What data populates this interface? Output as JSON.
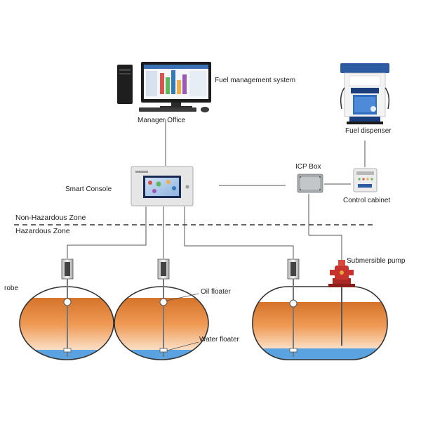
{
  "labels": {
    "fuel_management_system": "Fuel  management system",
    "manager_office": "Manager Office",
    "fuel_dispenser": "Fuel dispenser",
    "icp_box": "ICP Box",
    "smart_console": "Smart Console",
    "control_cabinet": "Control cabinet",
    "non_hazardous_zone": "Non-Hazardous Zone",
    "hazardous_zone": "Hazardous Zone",
    "submersible_pump": "Submersible pump",
    "probe": "robe",
    "oil_floater": "Oil floater",
    "water_floater": "Water floater"
  },
  "colors": {
    "oil": "#e98a3f",
    "water": "#5aa3e0",
    "pump": "#c8322c",
    "line": "#555555",
    "housing": "#e4e4e4"
  },
  "icons": [
    "desktop-computer-icon",
    "fuel-dispenser-icon",
    "smart-console-icon",
    "icp-box-icon",
    "control-cabinet-icon",
    "probe-icon",
    "submersible-pump-icon"
  ]
}
